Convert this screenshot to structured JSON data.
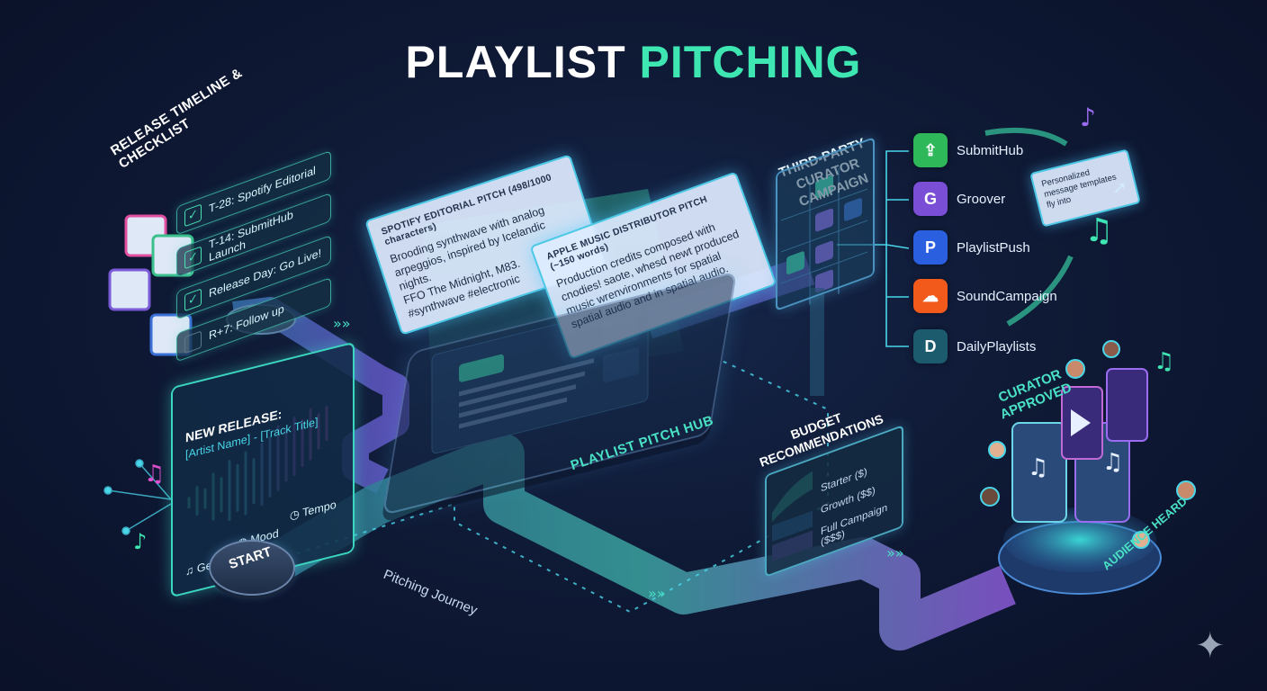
{
  "title": {
    "word1": "PLAYLIST",
    "word2": "PITCHING"
  },
  "timeline": {
    "heading": "RELEASE TIMELINE & CHECKLIST",
    "items": [
      {
        "label": "T-28: Spotify Editorial",
        "checked": true
      },
      {
        "label": "T-14: SubmitHub Launch",
        "checked": true
      },
      {
        "label": "Release Day: Go Live!",
        "checked": true
      },
      {
        "label": "R+7: Follow up",
        "checked": false
      }
    ]
  },
  "spotify_pitch": {
    "title": "SPOTIFY EDITORIAL PITCH (498/1000 characters)",
    "lines": [
      "Brooding synthwave with analog",
      "arpeggios, inspired by Icelandic nights.",
      "FFO The Midnight, M83.",
      "#synthwave #electronic"
    ]
  },
  "apple_pitch": {
    "title": "APPLE MUSIC DISTRIBUTOR PITCH (~150 words)",
    "lines": [
      "Production credits composed with",
      "cnodies! saote, whesd newt produced",
      "music wrenvironments for spatial",
      "spatial audio and in spatial audio."
    ]
  },
  "release": {
    "title": "NEW RELEASE:",
    "subtitle": "[Artist Name] - [Track Title]",
    "tags": {
      "genre": "Genre",
      "mood": "Mood",
      "tempo": "Tempo"
    }
  },
  "start_label": "START",
  "journey_label": "Pitching Journey",
  "hub_label": "PLAYLIST PITCH HUB",
  "curator": {
    "title_line1": "THIRD-PARTY",
    "title_line2": "CURATOR CAMPAIGN",
    "services": [
      {
        "label": "SubmitHub",
        "icon": "upload-icon",
        "glyph": "⇪",
        "color": "#2fb85a"
      },
      {
        "label": "Groover",
        "icon": "groover-g-icon",
        "glyph": "G",
        "color": "#7a4fd6"
      },
      {
        "label": "PlaylistPush",
        "icon": "playlistpush-p-icon",
        "glyph": "P",
        "color": "#2a5fe0"
      },
      {
        "label": "SoundCampaign",
        "icon": "soundcloud-icon",
        "glyph": "☁",
        "color": "#f25a1c"
      },
      {
        "label": "DailyPlaylists",
        "icon": "dailyplaylists-d-icon",
        "glyph": "D",
        "color": "#1c5a6e"
      }
    ]
  },
  "message_card": "Personalized message templates fly into",
  "budget": {
    "title_line1": "BUDGET",
    "title_line2": "RECOMMENDATIONS",
    "items": [
      "Starter ($)",
      "Growth ($$)",
      "Full Campaign ($$$)"
    ]
  },
  "approved_line1": "CURATOR",
  "approved_line2": "APPROVED",
  "audience_label": "AUDIENCE HEARD",
  "colors": {
    "accent_teal": "#3ee6b2",
    "accent_purple": "#9a6cf0",
    "background": "#0f1a36"
  }
}
